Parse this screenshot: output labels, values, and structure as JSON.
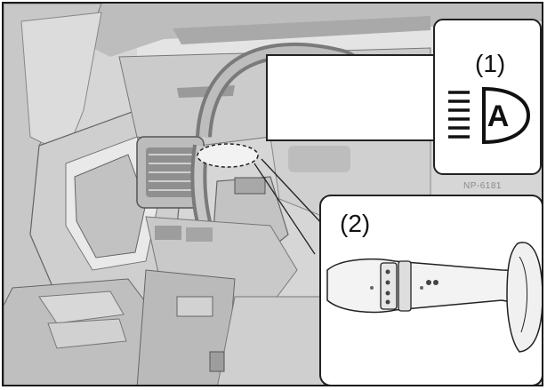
{
  "callouts": {
    "indicator": {
      "label": "(1)",
      "icon": "auto-headlight-indicator-icon",
      "glyph": "A"
    },
    "switch": {
      "label": "(2)",
      "icon": "headlight-lever-switch"
    }
  },
  "figure_code": "NP-6181",
  "colors": {
    "frame": "#1a1a1a",
    "line": "#222222",
    "background": "#d9d9d9"
  }
}
